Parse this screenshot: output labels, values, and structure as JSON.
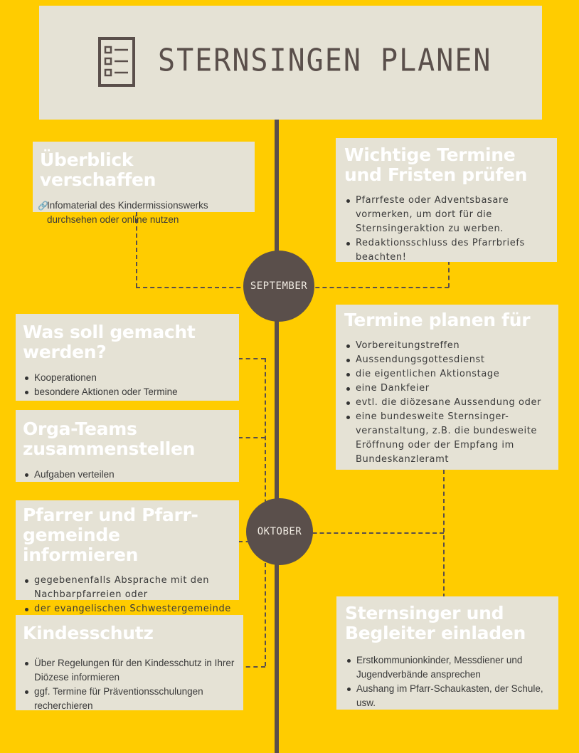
{
  "header": {
    "title": "STERNSINGEN PLANEN",
    "icon": "checklist-icon"
  },
  "months": {
    "september": "SEPTEMBER",
    "oktober": "OKTOBER"
  },
  "cards": {
    "ueberblick": {
      "title": "Überblick verschaffen",
      "link_text": "Infomaterial des Kindermissionswerks durchsehen oder online nutzen"
    },
    "termine_fristen": {
      "title": "Wichtige Termine und Fristen prüfen",
      "items": [
        "Pfarrfeste oder Adventsbasare vormerken, um dort für die Sternsingeraktion zu werben.",
        "Redaktionsschluss des Pfarrbriefs beachten!"
      ]
    },
    "was_soll": {
      "title": "Was soll gemacht werden?",
      "items": [
        "Kooperationen",
        "besondere Aktionen oder Termine"
      ]
    },
    "termine_planen": {
      "title": "Termine planen für",
      "items": [
        "Vorbereitungstreffen",
        "Aussendungsgottesdienst",
        "die eigentlichen Aktionstage",
        "eine Dankfeier",
        "evtl. die diözesane Aussendung oder",
        "eine bundesweite Sternsinger-veranstaltung, z.B. die bundesweite Eröffnung oder der Empfang im Bundeskanzleramt"
      ]
    },
    "orga": {
      "title": "Orga-Teams zusammenstellen",
      "items": [
        "Aufgaben verteilen"
      ]
    },
    "pfarrer": {
      "title": "Pfarrer und Pfarr-gemeinde informieren",
      "items": [
        "gegebenenfalls Absprache mit den Nachbarpfarreien oder",
        "der evangelischen Schwestergemeinde"
      ]
    },
    "sternsinger": {
      "title": "Sternsinger und Begleiter einladen",
      "items": [
        "Erstkommunionkinder, Messdiener und Jugendverbände ansprechen",
        "Aushang im Pfarr-Schaukasten, der Schule, usw."
      ]
    },
    "kindesschutz": {
      "title": "Kindesschutz",
      "items": [
        "Über Regelungen für den Kindesschutz in Ihrer Diözese informieren",
        "ggf. Termine für Präventionsschulungen recherchieren"
      ]
    }
  },
  "colors": {
    "background": "#FFCC00",
    "card": "#E5E2D5",
    "line": "#5a4f4b",
    "card_title": "#FFFFFF"
  }
}
